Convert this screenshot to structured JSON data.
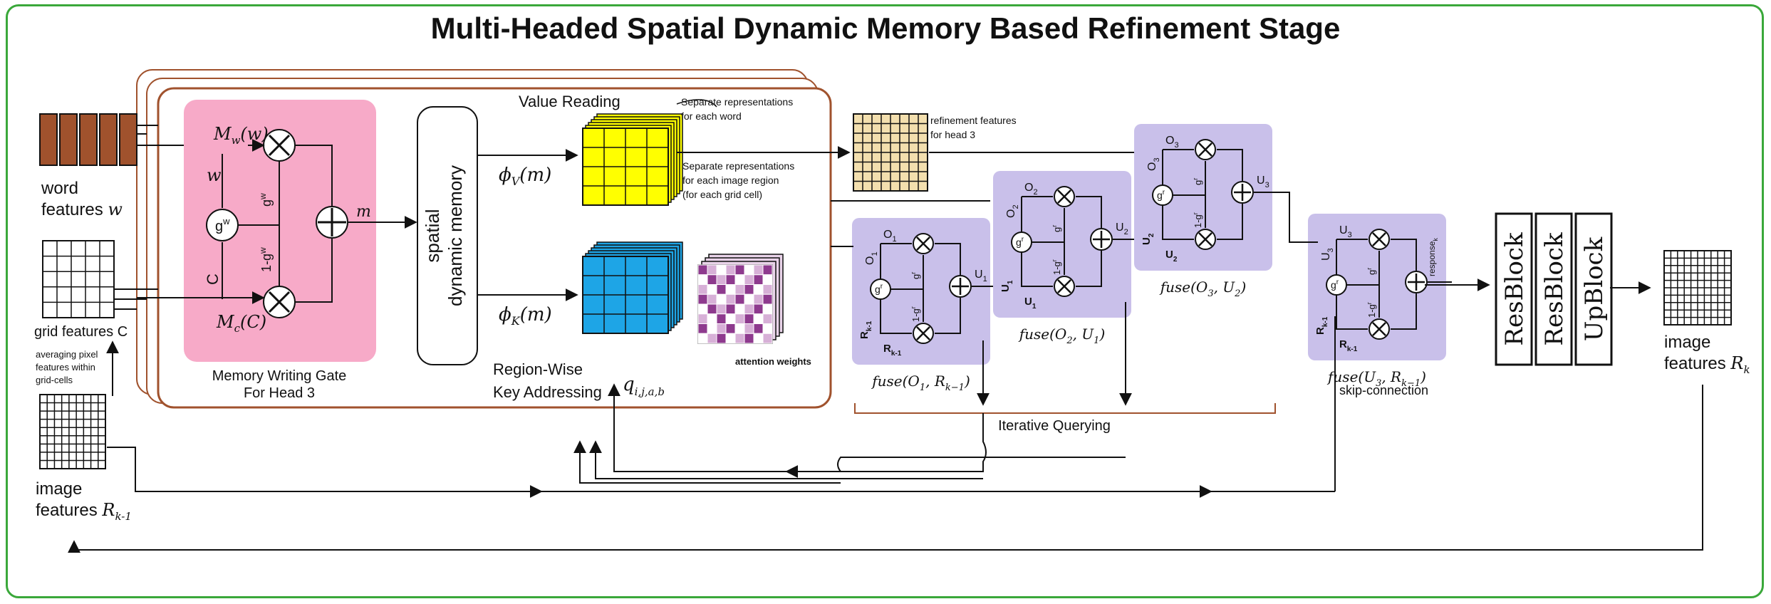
{
  "title": "Multi-Headed Spatial Dynamic Memory Based Refinement Stage",
  "inputs": {
    "word_features_line1": "word",
    "word_features_line2": "features",
    "word_features_symbol": "w",
    "grid_features": "grid features C",
    "averaging_note": [
      "averaging pixel",
      "features within",
      "grid-cells"
    ],
    "image_features_line1": "image",
    "image_features_line2": "features",
    "image_features_symbol": "R",
    "image_features_sub": "k-1"
  },
  "memory_gate": {
    "label_line1": "Memory Writing Gate",
    "label_line2": "For Head 3",
    "mw": "M",
    "mw_sub": "w",
    "mw_arg": "(w)",
    "mc": "M",
    "mc_sub": "c",
    "mc_arg": "(C)",
    "w_label": "w",
    "c_label": "C",
    "gw": "g",
    "gw_sup": "w",
    "one_minus_gw": "1-g",
    "m_label": "m"
  },
  "memory": {
    "line1": "spatial",
    "line2": "dynamic memory",
    "phi_v": "ϕ",
    "phi_v_sub": "V",
    "phi_v_arg": "(m)",
    "phi_k": "ϕ",
    "phi_k_sub": "K",
    "phi_k_arg": "(m)"
  },
  "value_reading": {
    "title": "Value Reading",
    "note_word": [
      "Separate representations",
      "for each word"
    ],
    "note_region": [
      "Separate representations",
      "for each image region",
      "(for each grid cell)"
    ]
  },
  "key_addressing": {
    "line1": "Region-Wise",
    "line2": "Key Addressing",
    "q": "q",
    "q_sub": "i,j,a,b",
    "attention_weights": "attention weights"
  },
  "refinement": {
    "note": [
      "refinement features",
      "for head 3"
    ]
  },
  "fuse_blocks": [
    {
      "o": "O",
      "o_sub": "1",
      "r": "R",
      "r_sub": "k-1",
      "u": "U",
      "u_sub": "1",
      "caption": "fuse(O",
      "caption_sub1": "1",
      "caption_mid": ", R",
      "caption_sub2": "k−1",
      "caption_end": ")"
    },
    {
      "o": "O",
      "o_sub": "2",
      "r": "U",
      "r_sub": "1",
      "u": "U",
      "u_sub": "2",
      "caption": "fuse(O",
      "caption_sub1": "2",
      "caption_mid": ", U",
      "caption_sub2": "1",
      "caption_end": ")"
    },
    {
      "o": "O",
      "o_sub": "3",
      "r": "U",
      "r_sub": "2",
      "u": "U",
      "u_sub": "3",
      "caption": "fuse(O",
      "caption_sub1": "3",
      "caption_mid": ", U",
      "caption_sub2": "2",
      "caption_end": ")"
    },
    {
      "o": "U",
      "o_sub": "3",
      "r": "R",
      "r_sub": "k-1",
      "u": "response",
      "u_sub": "k",
      "caption": "fuse(U",
      "caption_sub1": "3",
      "caption_mid": ", R",
      "caption_sub2": "k−1",
      "caption_end": ")"
    }
  ],
  "gr": "g",
  "gr_sup": "r",
  "one_minus_gr": "1-g",
  "iterative_querying": "Iterative Querying",
  "skip_connection": "skip-connection",
  "blocks": [
    "ResBlock",
    "ResBlock",
    "UpBlock"
  ],
  "output": {
    "line1": "image",
    "line2": "features",
    "symbol": "R",
    "sub": "k"
  },
  "colors": {
    "frame": "#3aa83a",
    "memory_gate": "#f7aac8",
    "fuse": "#c9c0ea",
    "brown": "#a0522d",
    "yellow": "#ffff00",
    "blue": "#1ea5e6",
    "purple": "#8e3a8e",
    "beige": "#f3dfae"
  }
}
